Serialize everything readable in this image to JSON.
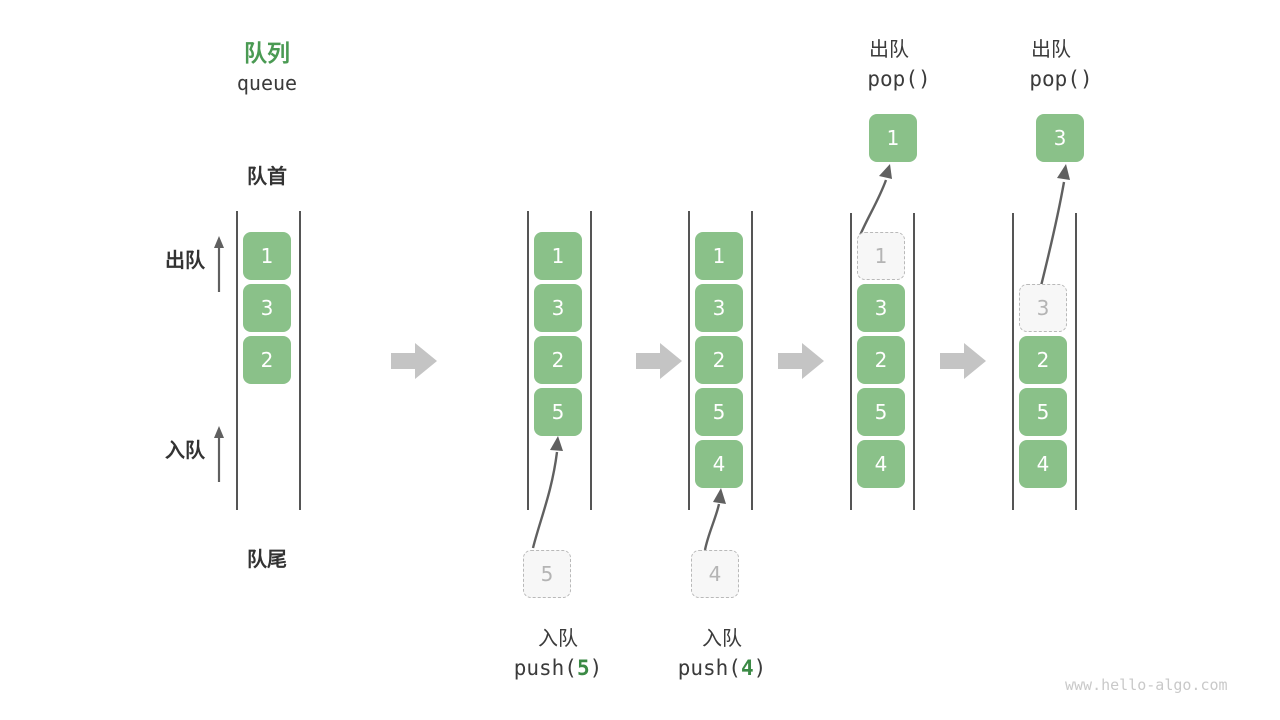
{
  "header": {
    "title_cn": "队列",
    "title_en": "queue"
  },
  "labels": {
    "front": "队首",
    "rear": "队尾",
    "dequeue_dir": "出队",
    "enqueue_dir": "入队"
  },
  "watermark": "www.hello-algo.com",
  "colors": {
    "cell_green": "#8ac189",
    "title_green": "#4a9a53",
    "arg_green": "#3b8a45",
    "ghost_fill": "#f7f7f7",
    "ghost_border": "#b9b9b9",
    "rail": "#555555",
    "step_arrow": "#c4c4c4",
    "thin_arrow": "#606060",
    "text": "#3b3b3b",
    "watermark": "#c9c9c9"
  },
  "steps": [
    {
      "id": "step-initial",
      "caption_cn": "",
      "caption_code": "",
      "cells": [
        {
          "value": "1",
          "state": "filled"
        },
        {
          "value": "3",
          "state": "filled"
        },
        {
          "value": "2",
          "state": "filled"
        }
      ],
      "incoming": null,
      "popped": null
    },
    {
      "id": "step-push-5",
      "caption_cn": "入队",
      "caption_code": "push(5)",
      "caption_arg": "5",
      "cells": [
        {
          "value": "1",
          "state": "filled"
        },
        {
          "value": "3",
          "state": "filled"
        },
        {
          "value": "2",
          "state": "filled"
        },
        {
          "value": "5",
          "state": "filled"
        }
      ],
      "incoming": {
        "value": "5",
        "state": "ghost"
      },
      "popped": null
    },
    {
      "id": "step-push-4",
      "caption_cn": "入队",
      "caption_code": "push(4)",
      "caption_arg": "4",
      "cells": [
        {
          "value": "1",
          "state": "filled"
        },
        {
          "value": "3",
          "state": "filled"
        },
        {
          "value": "2",
          "state": "filled"
        },
        {
          "value": "5",
          "state": "filled"
        },
        {
          "value": "4",
          "state": "filled"
        }
      ],
      "incoming": {
        "value": "4",
        "state": "ghost"
      },
      "popped": null
    },
    {
      "id": "step-pop-1",
      "caption_cn": "出队",
      "caption_code": "pop()",
      "cells": [
        {
          "value": "1",
          "state": "ghost"
        },
        {
          "value": "3",
          "state": "filled"
        },
        {
          "value": "2",
          "state": "filled"
        },
        {
          "value": "5",
          "state": "filled"
        },
        {
          "value": "4",
          "state": "filled"
        }
      ],
      "incoming": null,
      "popped": {
        "value": "1",
        "state": "filled"
      }
    },
    {
      "id": "step-pop-3",
      "caption_cn": "出队",
      "caption_code": "pop()",
      "cells": [
        {
          "value": "",
          "state": "empty"
        },
        {
          "value": "3",
          "state": "ghost"
        },
        {
          "value": "2",
          "state": "filled"
        },
        {
          "value": "5",
          "state": "filled"
        },
        {
          "value": "4",
          "state": "filled"
        }
      ],
      "incoming": null,
      "popped": {
        "value": "3",
        "state": "filled"
      }
    }
  ],
  "transitions": [
    {
      "id": "transition-1"
    },
    {
      "id": "transition-2"
    },
    {
      "id": "transition-3"
    },
    {
      "id": "transition-4"
    }
  ]
}
